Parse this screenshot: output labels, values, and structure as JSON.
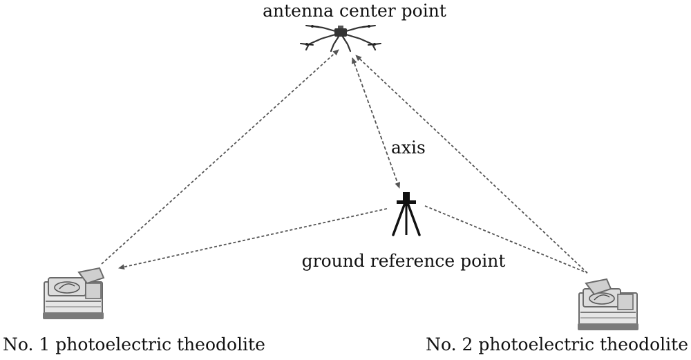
{
  "labels": {
    "antenna": "antenna center point",
    "axis": "axis",
    "ground": "ground reference point",
    "theodolite1": "No. 1 photoelectric theodolite",
    "theodolite2": "No. 2 photoelectric theodolite"
  },
  "colors": {
    "line": "#555555",
    "text": "#111111",
    "device_body": "#e6e6e6",
    "device_dark": "#7a7a7a",
    "drone": "#333333"
  },
  "icons": {
    "drone": "drone-icon",
    "tripod": "tripod-icon",
    "theodolite": "theodolite-icon"
  }
}
